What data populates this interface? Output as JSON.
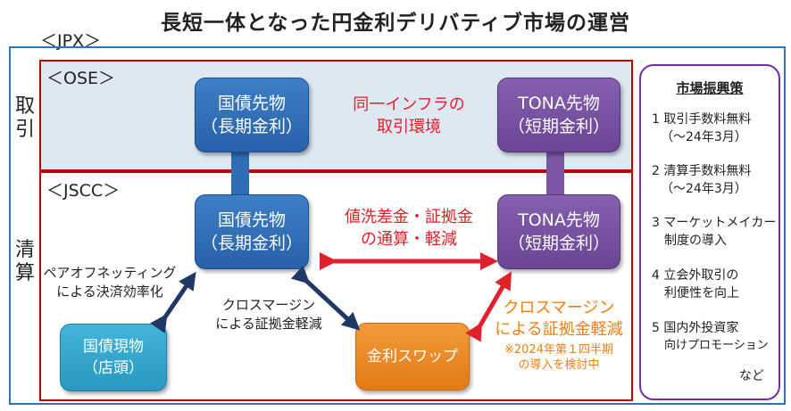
{
  "title": "長短一体となった円金利デリバティブ市場の運営",
  "jpx_label": "＜JPX＞",
  "ose_label": "＜OSE＞",
  "jscc_label": "＜JSCC＞",
  "side_labels": {
    "trading": "取\n引",
    "clearing": "清\n算"
  },
  "ose": {
    "left_node": {
      "line1": "国債先物",
      "line2": "（長期金利）"
    },
    "right_node": {
      "line1": "TONA先物",
      "line2": "（短期金利）"
    },
    "center_text": {
      "line1": "同一インフラの",
      "line2": "取引環境"
    }
  },
  "jscc": {
    "left_node": {
      "line1": "国債先物",
      "line2": "（長期金利）"
    },
    "right_node": {
      "line1": "TONA先物",
      "line2": "（短期金利）"
    },
    "center_text": {
      "line1": "値洗差金・証拠金",
      "line2": "の通算・軽減"
    },
    "jgb_cash_node": {
      "line1": "国債現物",
      "line2": "（店頭）"
    },
    "swap_node": {
      "line1": "金利スワップ"
    },
    "pair_off_text": {
      "line1": "ペアオフネッティング",
      "line2": "による決済効率化"
    },
    "cross_margin_text": {
      "line1": "クロスマージン",
      "line2": "による証拠金軽減"
    },
    "cross_margin_orange": {
      "line1": "クロスマージン",
      "line2": "による証拠金軽減"
    },
    "cross_margin_note": {
      "line1": "※2024年第１四半期",
      "line2": "の導入を検討中"
    }
  },
  "side_panel": {
    "heading": "市場振興策",
    "items": [
      {
        "num": "1",
        "line1": "取引手数料無料",
        "line2": "（～24年3月）"
      },
      {
        "num": "2",
        "line1": "清算手数料無料",
        "line2": "（～24年3月）"
      },
      {
        "num": "3",
        "line1": "マーケットメイカー",
        "line2": "制度の導入"
      },
      {
        "num": "4",
        "line1": "立会外取引の",
        "line2": "利便性を向上"
      },
      {
        "num": "5",
        "line1": "国内外投資家",
        "line2": "向けプロモーション"
      }
    ],
    "footer": "など"
  },
  "colors": {
    "frame_blue": "#2e75b6",
    "section_red": "#c00000",
    "node_blue": "#2f6db5",
    "node_purple": "#7a56a4",
    "node_teal": "#2a98c2",
    "node_orange": "#e27b16",
    "arrow_red": "#e0202a",
    "arrow_navy": "#1f3864",
    "panel_purple": "#7030a0"
  }
}
